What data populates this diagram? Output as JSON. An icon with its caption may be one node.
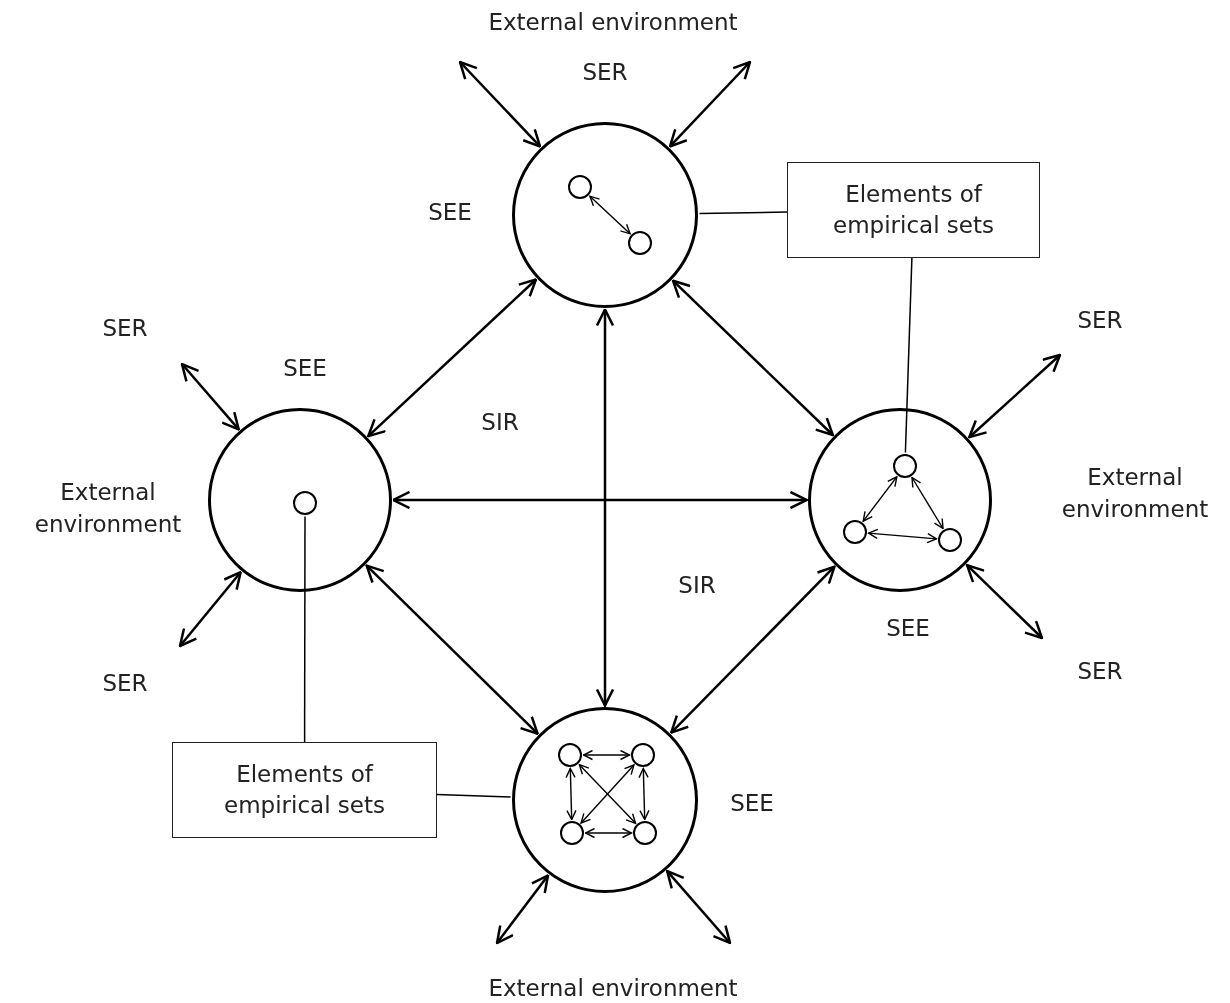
{
  "diagram": {
    "nodes": [
      {
        "text": [],
        "shape": "circle"
      },
      {
        "text": [],
        "shape": "circle",
        "in": 0
      },
      {
        "text": [],
        "shape": "circle",
        "in": 0
      },
      {
        "text": [],
        "shape": "circle"
      },
      {
        "text": [],
        "shape": "circle",
        "in": 3
      },
      {
        "text": [],
        "shape": "circle"
      },
      {
        "text": [],
        "shape": "circle",
        "in": 5
      },
      {
        "text": [],
        "shape": "circle",
        "in": 5
      },
      {
        "text": [],
        "shape": "circle",
        "in": 5
      },
      {
        "text": [],
        "shape": "circle"
      },
      {
        "text": [],
        "shape": "circle",
        "in": 9
      },
      {
        "text": [],
        "shape": "circle",
        "in": 9
      },
      {
        "text": [],
        "shape": "circle",
        "in": 9
      },
      {
        "text": [],
        "shape": "circle",
        "in": 9
      },
      {
        "text": [
          "Elements of empirical sets"
        ]
      },
      {
        "text": [
          "Elements of empirical sets"
        ]
      }
    ],
    "edges": [
      {
        "from": null,
        "to": 0,
        "arrow": "both"
      },
      {
        "from": null,
        "to": 0,
        "arrow": "both"
      },
      {
        "from": 1,
        "to": 2,
        "arrow": "both"
      },
      {
        "from": 14,
        "to": 0,
        "arrow": "none"
      },
      {
        "from": 14,
        "to": 6,
        "arrow": "none"
      },
      {
        "from": 0,
        "to": 3,
        "arrow": "both"
      },
      {
        "from": 0,
        "to": 9,
        "arrow": "both"
      },
      {
        "from": 0,
        "to": 5,
        "arrow": "both"
      },
      {
        "from": null,
        "to": 3,
        "arrow": "both"
      },
      {
        "from": null,
        "to": 3,
        "arrow": "both"
      },
      {
        "from": 3,
        "to": 5,
        "arrow": "both"
      },
      {
        "from": 3,
        "to": 9,
        "arrow": "both"
      },
      {
        "from": 15,
        "to": 4,
        "arrow": "none"
      },
      {
        "from": null,
        "to": 5,
        "arrow": "both"
      },
      {
        "from": null,
        "to": 5,
        "arrow": "both"
      },
      {
        "from": 6,
        "to": 7,
        "arrow": "both"
      },
      {
        "from": 6,
        "to": 8,
        "arrow": "both"
      },
      {
        "from": 7,
        "to": 8,
        "arrow": "both"
      },
      {
        "from": 9,
        "to": 5,
        "arrow": "both"
      },
      {
        "from": 15,
        "to": 9,
        "arrow": "none"
      },
      {
        "from": 10,
        "to": 11,
        "arrow": "both"
      },
      {
        "from": 10,
        "to": 12,
        "arrow": "both"
      },
      {
        "from": 11,
        "to": 13,
        "arrow": "both"
      },
      {
        "from": 10,
        "to": 13,
        "arrow": "both"
      },
      {
        "from": 11,
        "to": 12,
        "arrow": "both"
      },
      {
        "from": 12,
        "to": 13,
        "arrow": "both"
      },
      {
        "from": null,
        "to": 9,
        "arrow": "both"
      },
      {
        "from": null,
        "to": 9,
        "arrow": "both"
      }
    ],
    "labels": [
      "External environment",
      "SER",
      "SEE",
      "SER",
      "SEE",
      "SIR",
      "External environment",
      "SER",
      "External environment",
      "SIR",
      "SEE",
      "SER",
      "SER",
      "SEE",
      "External environment"
    ]
  }
}
